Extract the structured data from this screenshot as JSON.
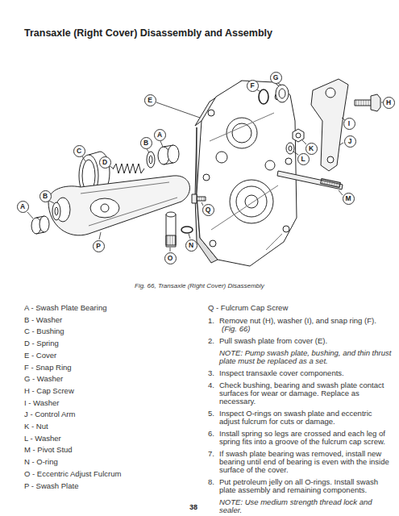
{
  "diagram": {
    "title": "Transaxle (Right Cover) Disassembly and Assembly",
    "caption": "Fig. 66, Transaxle (Right Cover) Disassembly",
    "nodes": [
      {
        "text": [
          "G"
        ]
      },
      {
        "text": [
          "F"
        ]
      },
      {
        "text": [
          "H"
        ]
      },
      {
        "text": [
          "E"
        ]
      },
      {
        "text": [
          "I"
        ]
      },
      {
        "text": [
          "A"
        ]
      },
      {
        "text": [
          "J"
        ]
      },
      {
        "text": [
          "B"
        ]
      },
      {
        "text": [
          "C"
        ]
      },
      {
        "text": [
          "K"
        ]
      },
      {
        "text": [
          "L"
        ]
      },
      {
        "text": [
          "D"
        ]
      },
      {
        "text": [
          "B"
        ]
      },
      {
        "text": [
          "M"
        ]
      },
      {
        "text": [
          "A"
        ]
      },
      {
        "text": [
          "Q"
        ]
      },
      {
        "text": [
          "P"
        ]
      },
      {
        "text": [
          "N"
        ]
      },
      {
        "text": [
          "O"
        ]
      }
    ],
    "labels": [
      "A - Swash Plate Bearing",
      "B - Washer",
      "C - Bushing",
      "D - Spring",
      "E - Cover",
      "F - Snap Ring",
      "G - Washer",
      "H - Cap Screw",
      "I - Washer",
      "J - Control Arm",
      "K - Nut",
      "L - Washer",
      "M - Pivot Stud",
      "N - O-ring",
      "O - Eccentric Adjust Fulcrum",
      "P - Swash Plate",
      "Q - Fulcrum Cap Screw",
      "1.",
      "Remove nut (H), washer (I), and snap ring (F).",
      "(Fig. 66)",
      "2.",
      "Pull swash plate from cover (E).",
      "NOTE: Pump swash plate, bushing, and thin thrust plate must be replaced as a set.",
      "3.",
      "Inspect transaxle cover components.",
      "4.",
      "Check bushing, bearing and swash plate contact surfaces for wear or damage. Replace as necessary.",
      "5.",
      "Inspect O-rings on swash plate and eccentric adjust fulcrum for cuts or damage.",
      "6.",
      "Install spring so legs are crossed and each leg of spring fits into a groove of the fulcrum cap screw.",
      "7.",
      "If swash plate bearing was removed, install new bearing until end of bearing is even with the inside surface of the cover.",
      "8.",
      "Put petroleum jelly on all O-rings. Install swash plate assembly and remaining components.",
      "NOTE: Use medium strength thread lock and sealer.",
      "38"
    ]
  }
}
